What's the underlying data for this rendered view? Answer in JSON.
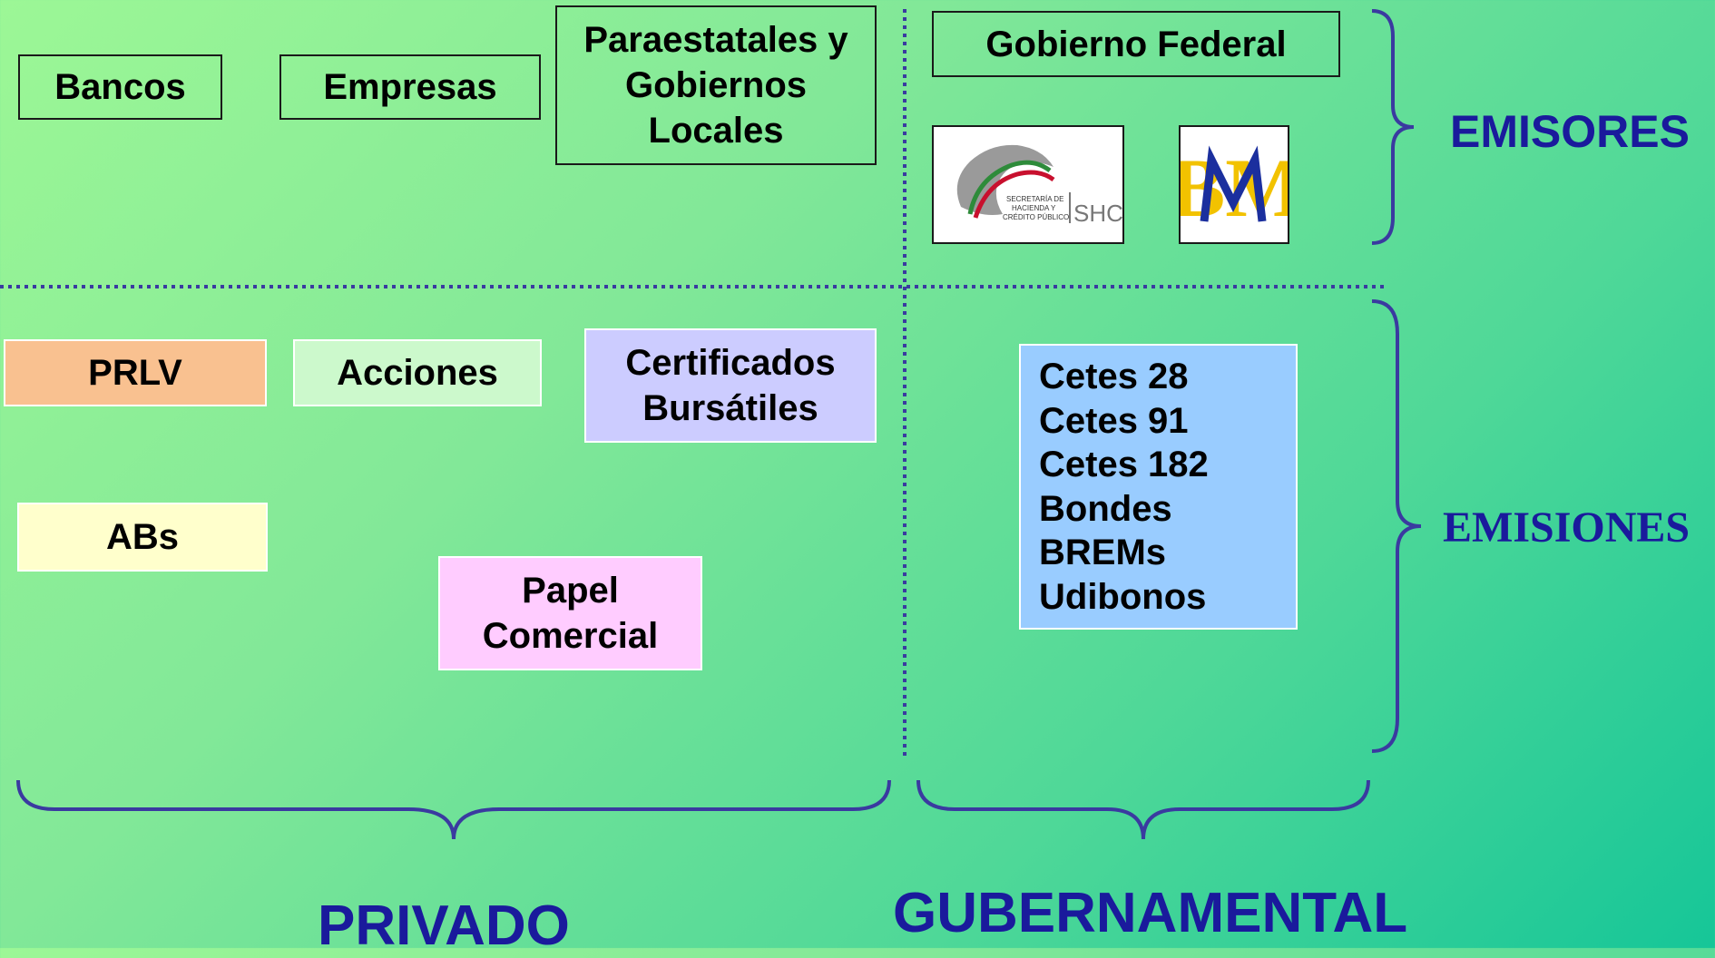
{
  "emisores": {
    "private": [
      "Bancos",
      "Empresas",
      "Paraestatales y Gobiernos Locales"
    ],
    "government": "Gobierno Federal",
    "logo_shcp": {
      "line1": "SECRETARÍA DE",
      "line2": "HACIENDA Y",
      "line3": "CRÉDITO PÚBLICO",
      "acronym": "SHCP"
    },
    "logo_banxico": "BM"
  },
  "emisiones": {
    "prlv": "PRLV",
    "acciones": "Acciones",
    "certificados": "Certificados Bursátiles",
    "abs": "ABs",
    "papel": "Papel Comercial",
    "government": [
      "Cetes 28",
      "Cetes 91",
      "Cetes 182",
      "Bondes",
      "BREMs",
      "Udibonos"
    ]
  },
  "labels": {
    "emisores": "EMISORES",
    "emisiones": "EMISIONES",
    "privado": "PRIVADO",
    "gubernamental": "GUBERNAMENTAL"
  },
  "colors": {
    "prlv": "#f9c190",
    "acciones": "#ccf9cc",
    "certificados": "#ccccff",
    "abs": "#ffffcc",
    "papel": "#ffccff",
    "government_list": "#99ccff",
    "label": "#1a1a9c",
    "divider": "#3a3aa0"
  }
}
